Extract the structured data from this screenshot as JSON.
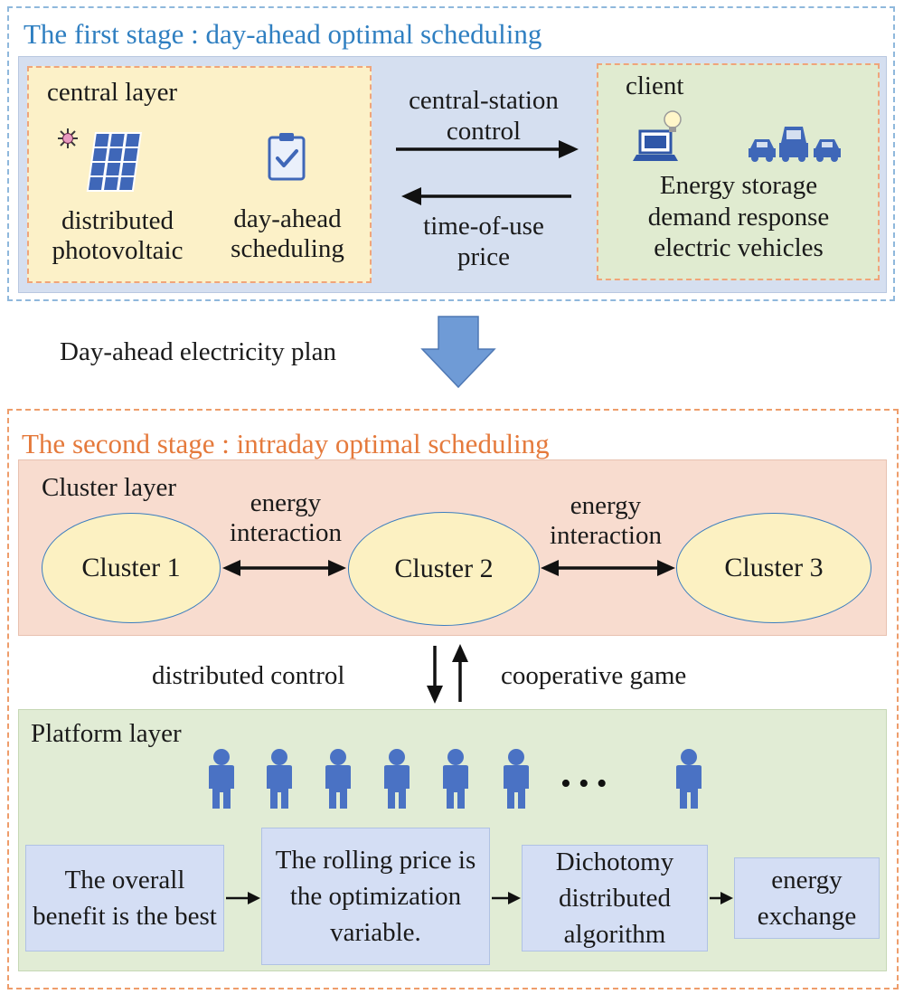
{
  "stage1": {
    "title": "The first stage : day-ahead optimal scheduling",
    "central_layer": {
      "label": "central layer",
      "pv_label_1": "distributed",
      "pv_label_2": "photovoltaic",
      "sched_label_1": "day-ahead",
      "sched_label_2": "scheduling"
    },
    "arrows": {
      "top_label_1": "central-station",
      "top_label_2": "control",
      "bottom_label_1": "time-of-use",
      "bottom_label_2": "price"
    },
    "client": {
      "label": "client",
      "items": [
        "Energy storage",
        "demand response",
        "electric vehicles"
      ]
    }
  },
  "transition": {
    "label": "Day-ahead electricity plan"
  },
  "stage2": {
    "title": "The second stage : intraday optimal scheduling",
    "cluster_layer": {
      "label": "Cluster layer",
      "clusters": [
        "Cluster 1",
        "Cluster 2",
        "Cluster 3"
      ],
      "interaction_1": [
        "energy",
        "interaction"
      ],
      "interaction_2": [
        "energy",
        "interaction"
      ]
    },
    "between_layers": {
      "down_label": "distributed control",
      "up_label": "cooperative game"
    },
    "platform_layer": {
      "label": "Platform layer",
      "ellipsis": "•••",
      "steps": [
        "The overall benefit is the best",
        "The rolling price is the optimization variable.",
        "Dichotomy distributed algorithm",
        "energy exchange"
      ]
    }
  },
  "colors": {
    "stage1_title": "#2f7fc1",
    "stage2_title": "#e57a3c",
    "person_icon": "#4a72c4",
    "transition_arrow": "#6f9bd6"
  }
}
